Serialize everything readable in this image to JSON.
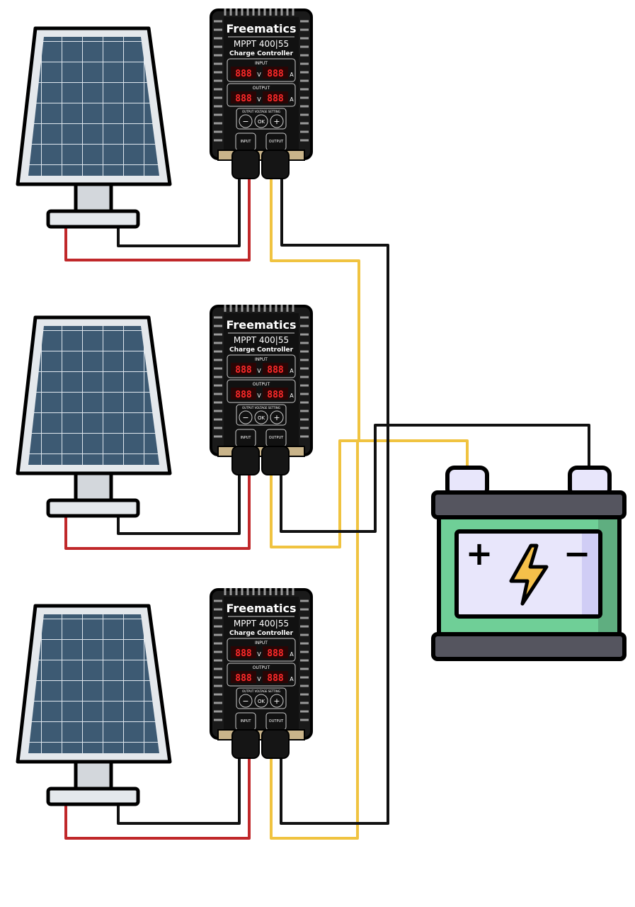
{
  "controller": {
    "brand": "Freematics",
    "model": "MPPT 400|55",
    "subtitle": "Charge Controller",
    "input_label": "INPUT",
    "output_label": "OUTPUT",
    "display_value": "888",
    "volt_unit": "V",
    "amp_unit": "A",
    "setting_label": "OUTPUT VOLTAGE SETTING",
    "minus_label": "−",
    "ok_label": "OK",
    "plus_label": "+",
    "port_input": "INPUT",
    "port_output": "OUTPUT"
  },
  "battery": {
    "positive_symbol": "+",
    "negative_symbol": "−"
  },
  "colors": {
    "positive_wire_panel": "#c0282a",
    "positive_wire_output": "#f0c340",
    "negative_wire": "#111111",
    "panel_cell": "#3d5a73",
    "battery_body": "#6fcf97",
    "battery_window": "#e8e6fb",
    "bolt": "#f5c04a"
  },
  "units": 3
}
